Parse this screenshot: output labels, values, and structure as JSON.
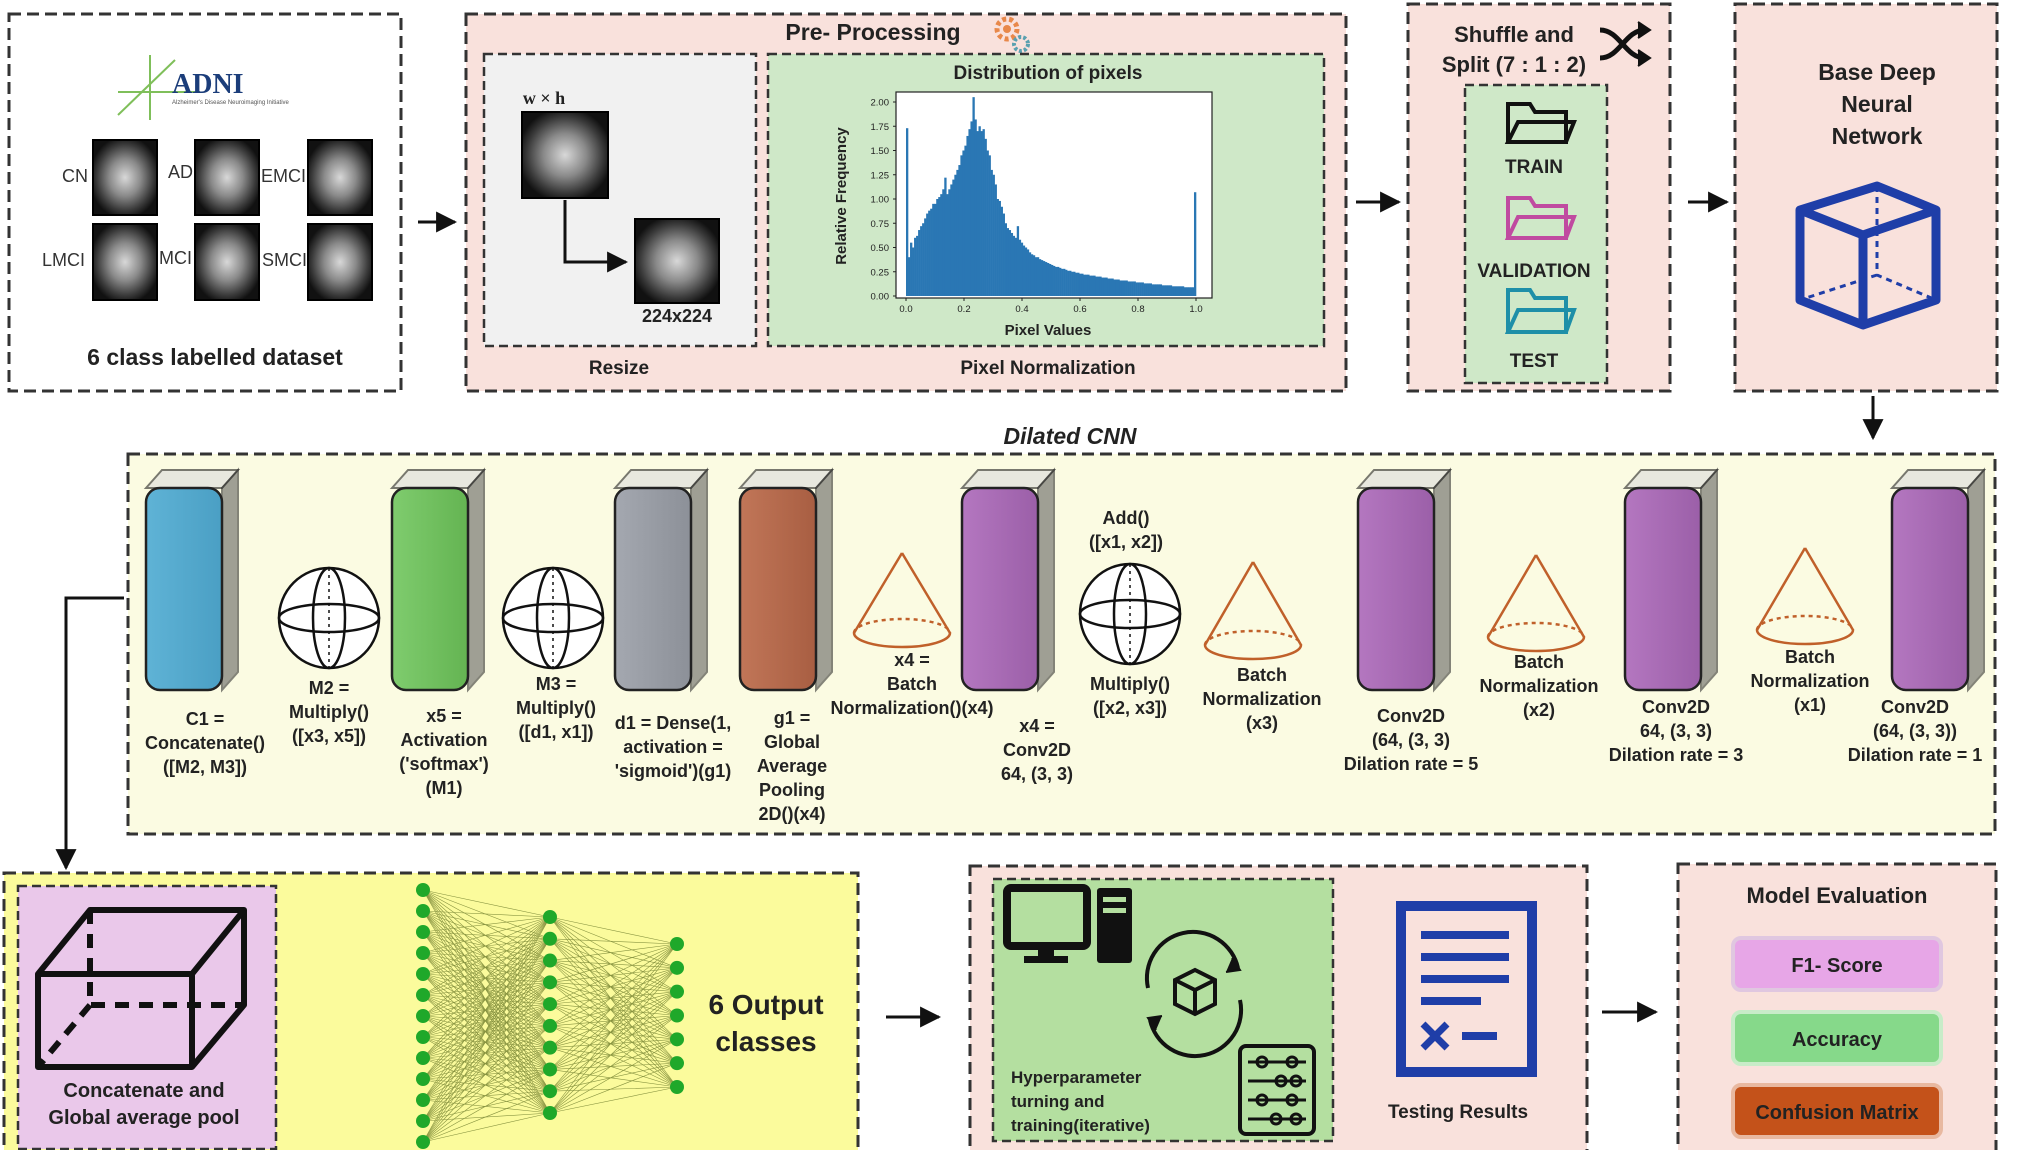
{
  "adni": {
    "logo_text": "ADNI",
    "logo_sub": "Alzheimer's Disease Neuroimaging Initiative",
    "classes": [
      "CN",
      "AD",
      "EMCI",
      "LMCI",
      "MCI",
      "SMCI"
    ],
    "caption": "6 class labelled dataset"
  },
  "preprocessing": {
    "title": "Pre- Processing",
    "resize_dims": "w × h",
    "resize_out": "224x224",
    "resize_label": "Resize",
    "hist_title": "Distribution of pixels",
    "hist_xlabel": "Pixel Values",
    "hist_ylabel": "Relative Frequency",
    "norm_label": "Pixel Normalization"
  },
  "split": {
    "title_line1": "Shuffle and",
    "title_line2": "Split (7 : 1 : 2)",
    "train": "TRAIN",
    "validation": "VALIDATION",
    "test": "TEST"
  },
  "base": {
    "line1": "Base Deep",
    "line2": "Neural",
    "line3": "Network"
  },
  "dilated_cnn": {
    "title": "Dilated CNN",
    "layers": [
      {
        "lines": [
          "C1 =",
          "Concatenate()",
          "([M2, M3])"
        ]
      },
      {
        "lines": [
          "M2 =",
          "Multiply()",
          "([x3, x5])"
        ]
      },
      {
        "lines": [
          "x5 =",
          "Activation",
          "('softmax')",
          "(M1)"
        ]
      },
      {
        "lines": [
          "M3 =",
          "Multiply()",
          "([d1, x1])"
        ]
      },
      {
        "lines": [
          "d1 = Dense(1,",
          "activation =",
          "'sigmoid')(g1)"
        ]
      },
      {
        "lines": [
          "g1 =",
          "Global",
          "Average",
          "Pooling",
          "2D()(x4)"
        ]
      },
      {
        "lines": [
          "x4 =",
          "Batch",
          "Normalization()(x4)"
        ]
      },
      {
        "lines": [
          "x4 =",
          "Conv2D",
          "64, (3, 3)"
        ]
      },
      {
        "top": [
          "Add()",
          "([x1, x2])"
        ],
        "lines": [
          "Multiply()",
          "([x2, x3])"
        ]
      },
      {
        "lines": [
          "Batch",
          "Normalization",
          "(x3)"
        ]
      },
      {
        "lines": [
          "Conv2D",
          "(64, (3, 3)",
          "Dilation rate = 5"
        ]
      },
      {
        "lines": [
          "Batch",
          "Normalization",
          "(x2)"
        ]
      },
      {
        "lines": [
          "Conv2D",
          "64, (3, 3)",
          "Dilation rate = 3"
        ]
      },
      {
        "lines": [
          "Batch",
          "Normalization",
          "(x1)"
        ]
      },
      {
        "lines": [
          "Conv2D",
          "(64, (3, 3))",
          "Dilation rate = 1"
        ]
      }
    ]
  },
  "concat": {
    "line1": "Concatenate and",
    "line2": "Global average pool",
    "output_line1": "6 Output",
    "output_line2": "classes"
  },
  "training": {
    "line1": "Hyperparameter",
    "line2": "turning and",
    "line3": "training(iterative)",
    "results": "Testing Results"
  },
  "evaluation": {
    "title": "Model Evaluation",
    "f1": "F1- Score",
    "accuracy": "Accuracy",
    "confusion": "Confusion Matrix"
  },
  "chart_data": {
    "type": "bar",
    "title": "Distribution of pixels",
    "xlabel": "Pixel Values",
    "ylabel": "Relative Frequency",
    "xlim": [
      0,
      1.0
    ],
    "ylim": [
      0,
      2.0
    ],
    "xticks": [
      "0.0",
      "0.2",
      "0.4",
      "0.6",
      "0.8",
      "1.0"
    ],
    "yticks": [
      "0.00",
      "0.25",
      "0.50",
      "0.75",
      "1.00",
      "1.25",
      "1.50",
      "1.75",
      "2.00"
    ],
    "values": [
      1.73,
      0.4,
      0.55,
      0.5,
      0.6,
      0.62,
      0.68,
      0.72,
      0.75,
      0.8,
      0.85,
      0.88,
      0.9,
      0.95,
      0.95,
      1.0,
      1.02,
      1.05,
      1.1,
      1.22,
      1.05,
      1.1,
      1.15,
      1.2,
      1.25,
      1.3,
      1.35,
      1.45,
      1.5,
      1.55,
      1.65,
      1.72,
      1.8,
      2.05,
      1.82,
      1.7,
      1.75,
      1.7,
      1.72,
      1.62,
      1.5,
      1.45,
      1.3,
      1.25,
      1.15,
      1.0,
      0.98,
      0.92,
      0.85,
      0.75,
      0.7,
      0.68,
      0.65,
      0.62,
      0.6,
      0.72,
      0.58,
      0.55,
      0.52,
      0.5,
      0.48,
      0.45,
      0.43,
      0.42,
      0.4,
      0.4,
      0.38,
      0.37,
      0.36,
      0.35,
      0.34,
      0.33,
      0.32,
      0.31,
      0.3,
      0.3,
      0.29,
      0.28,
      0.28,
      0.27,
      0.26,
      0.26,
      0.25,
      0.25,
      0.24,
      0.24,
      0.23,
      0.23,
      0.22,
      0.22,
      0.22,
      0.21,
      0.21,
      0.21,
      0.2,
      0.2,
      0.2,
      0.19,
      0.19,
      0.19,
      0.18,
      0.18,
      0.18,
      0.17,
      0.17,
      0.17,
      0.16,
      0.16,
      0.16,
      0.16,
      0.15,
      0.15,
      0.15,
      0.15,
      0.14,
      0.14,
      0.14,
      0.14,
      0.13,
      0.13,
      0.13,
      0.13,
      0.12,
      0.12,
      0.12,
      0.12,
      0.12,
      0.11,
      0.11,
      0.11,
      0.11,
      0.11,
      0.1,
      0.1,
      0.1,
      0.1,
      0.1,
      0.1,
      0.09,
      0.09,
      0.09,
      0.09,
      0.09,
      1.07
    ]
  }
}
